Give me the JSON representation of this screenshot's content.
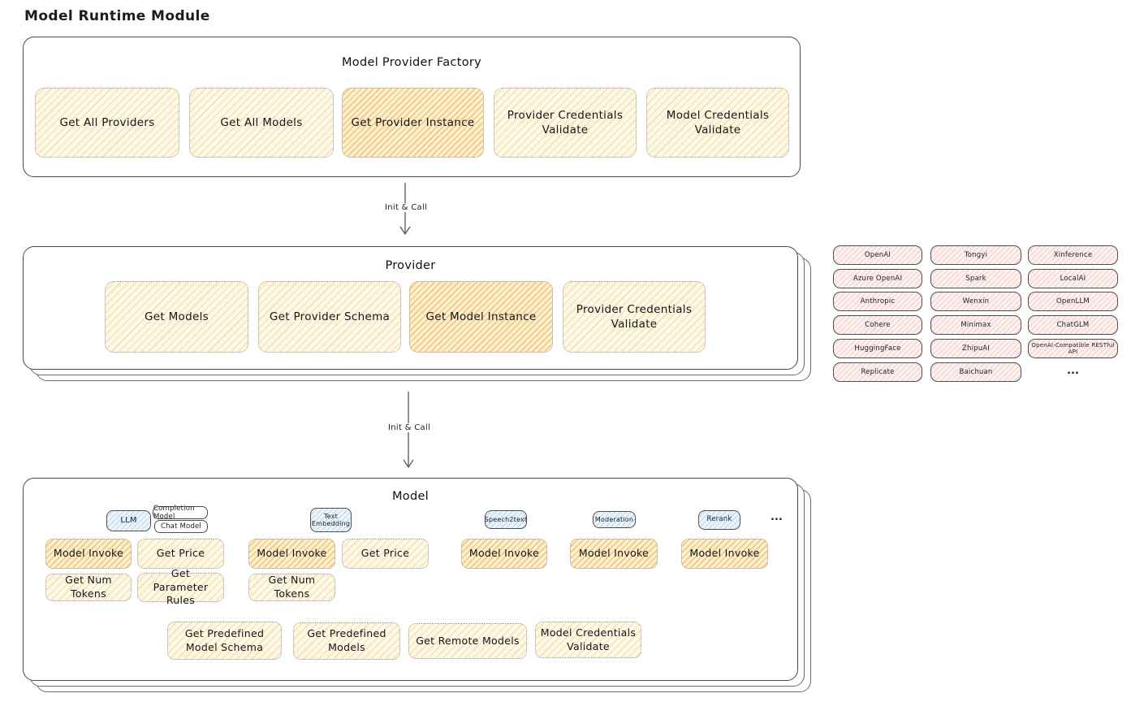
{
  "page_title": "Model Runtime Module",
  "colors": {
    "cream": "#fdf8e6",
    "orange_highlight": "#fcf0d2",
    "pink": "#fdf1f0",
    "blue": "#ecf5fc",
    "stroke": "#4a4a4a"
  },
  "factory": {
    "title": "Model Provider Factory",
    "buttons": [
      {
        "label": "Get All Providers"
      },
      {
        "label": "Get All Models"
      },
      {
        "label": "Get Provider Instance"
      },
      {
        "label": "Provider Credentials Validate"
      },
      {
        "label": "Model Credentials Validate"
      }
    ]
  },
  "arrow1": {
    "label": "Init & Call"
  },
  "arrow2": {
    "label": "Init & Call"
  },
  "provider": {
    "title": "Provider",
    "buttons": [
      {
        "label": "Get Models"
      },
      {
        "label": "Get Provider Schema"
      },
      {
        "label": "Get Model Instance"
      },
      {
        "label": "Provider Credentials Validate"
      }
    ]
  },
  "providers_grid": {
    "col1": [
      "OpenAI",
      "Azure OpenAI",
      "Anthropic",
      "Cohere",
      "HuggingFace",
      "Replicate"
    ],
    "col2": [
      "Tongyi",
      "Spark",
      "Wenxin",
      "Minimax",
      "ZhipuAI",
      "Baichuan"
    ],
    "col3": [
      "Xinference",
      "LocalAI",
      "OpenLLM",
      "ChatGLM",
      "OpenAI-Compatible RESTful API"
    ],
    "more": "..."
  },
  "model": {
    "title": "Model",
    "tabs": [
      {
        "label": "LLM"
      },
      {
        "label": "Completion Model"
      },
      {
        "label": "Chat Model"
      },
      {
        "label": "Text Embedding"
      },
      {
        "label": "Speech2text"
      },
      {
        "label": "Moderation"
      },
      {
        "label": "Rerank"
      }
    ],
    "tabs_more": "...",
    "row1": [
      "Model Invoke",
      "Get Price",
      "Model Invoke",
      "Get Price",
      "Model Invoke",
      "Model Invoke",
      "Model Invoke"
    ],
    "row2": [
      "Get Num Tokens",
      "Get Parameter Rules",
      "Get Num Tokens"
    ],
    "row3": [
      "Get Predefined Model Schema",
      "Get Predefined Models",
      "Get Remote Models",
      "Model Credentials Validate"
    ]
  }
}
